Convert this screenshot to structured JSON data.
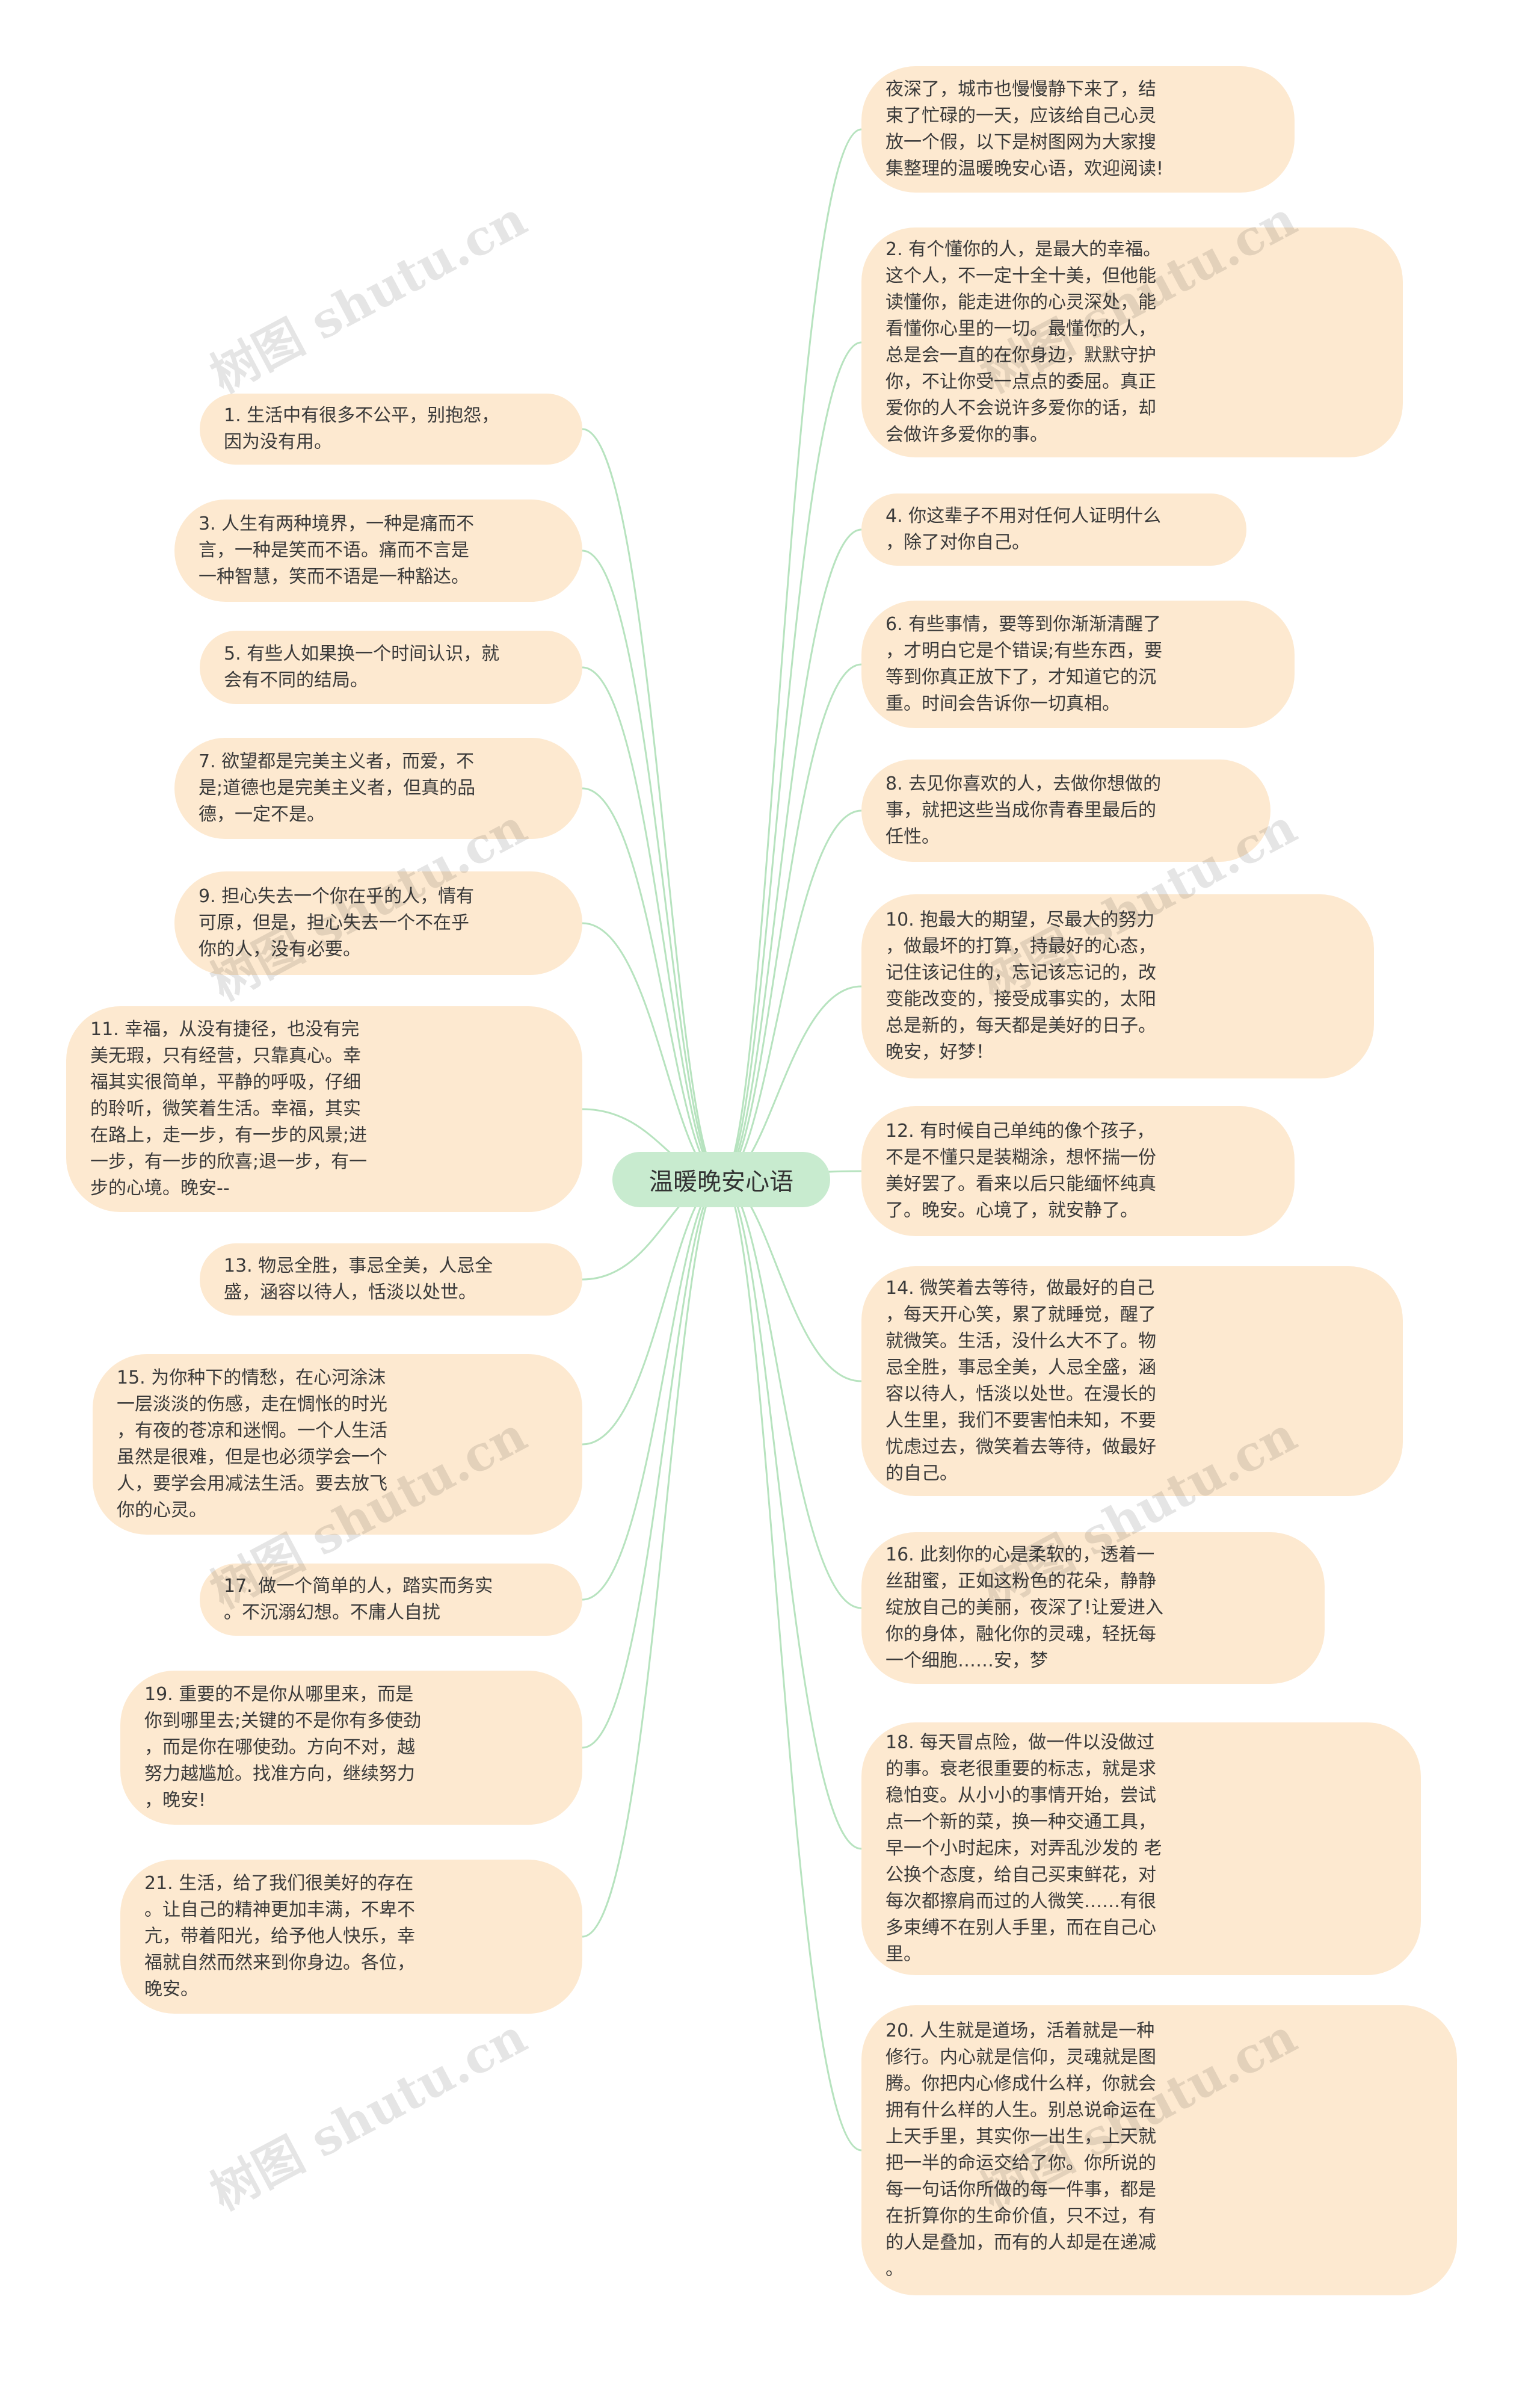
{
  "root": {
    "label": "温暖晚安心语"
  },
  "connector_color": "#b7e3bf",
  "node_color": "#fde9d0",
  "watermark": "树图 shutu.cn",
  "right_nodes": [
    "夜深了，城市也慢慢静下来了，结\n束了忙碌的一天，应该给自己心灵\n放一个假，以下是树图网为大家搜\n集整理的温暖晚安心语，欢迎阅读!",
    "2. 有个懂你的人，是最大的幸福。\n这个人，不一定十全十美，但他能\n读懂你，能走进你的心灵深处，能\n看懂你心里的一切。最懂你的人，\n总是会一直的在你身边，默默守护\n你，不让你受一点点的委屈。真正\n爱你的人不会说许多爱你的话，却\n会做许多爱你的事。",
    "4. 你这辈子不用对任何人证明什么\n，除了对你自己。",
    "6. 有些事情，要等到你渐渐清醒了\n，才明白它是个错误;有些东西，要\n等到你真正放下了，才知道它的沉\n重。时间会告诉你一切真相。",
    "8. 去见你喜欢的人，去做你想做的\n事，就把这些当成你青春里最后的\n任性。",
    "10. 抱最大的期望，尽最大的努力\n，做最坏的打算，持最好的心态，\n记住该记住的，忘记该忘记的，改\n变能改变的，接受成事实的，太阳\n总是新的，每天都是美好的日子。\n晚安，好梦！",
    "12. 有时候自己单纯的像个孩子，\n不是不懂只是装糊涂，想怀揣一份\n美好罢了。看来以后只能缅怀纯真\n了。晚安。心境了，就安静了。",
    "14. 微笑着去等待，做最好的自己\n，每天开心笑，累了就睡觉，醒了\n就微笑。生活，没什么大不了。物\n忌全胜，事忌全美，人忌全盛，涵\n容以待人，恬淡以处世。在漫长的\n人生里，我们不要害怕未知，不要\n忧虑过去，微笑着去等待，做最好\n的自己。",
    "16. 此刻你的心是柔软的，透着一\n丝甜蜜，正如这粉色的花朵，静静\n绽放自己的美丽，夜深了!让爱进入\n你的身体，融化你的灵魂，轻抚每\n一个细胞……安，梦",
    "18. 每天冒点险，做一件以没做过\n的事。衰老很重要的标志，就是求\n稳怕变。从小小的事情开始，尝试\n点一个新的菜，换一种交通工具，\n早一个小时起床，对弄乱沙发的 老\n公换个态度，给自己买束鲜花，对\n每次都擦肩而过的人微笑……有很\n多束缚不在别人手里，而在自己心\n里。",
    "20. 人生就是道场，活着就是一种\n修行。内心就是信仰，灵魂就是图\n腾。你把内心修成什么样，你就会\n拥有什么样的人生。别总说命运在\n上天手里，其实你一出生，上天就\n把一半的命运交给了你。你所说的\n每一句话你所做的每一件事，都是\n在折算你的生命价值，只不过，有\n的人是叠加，而有的人却是在递减\n。"
  ],
  "left_nodes": [
    "1. 生活中有很多不公平，别抱怨，\n因为没有用。",
    "3. 人生有两种境界，一种是痛而不\n言，一种是笑而不语。痛而不言是\n一种智慧，笑而不语是一种豁达。",
    "5. 有些人如果换一个时间认识，就\n会有不同的结局。",
    "7. 欲望都是完美主义者，而爱，不\n是;道德也是完美主义者，但真的品\n德，一定不是。",
    "9. 担心失去一个你在乎的人，情有\n可原，但是，担心失去一个不在乎\n你的人，没有必要。",
    "11. 幸福，从没有捷径，也没有完\n美无瑕，只有经营，只靠真心。幸\n福其实很简单，平静的呼吸，仔细\n的聆听，微笑着生活。幸福，其实\n在路上，走一步，有一步的风景;进\n一步，有一步的欣喜;退一步，有一\n步的心境。晚安--",
    "13. 物忌全胜，事忌全美，人忌全\n盛，涵容以待人，恬淡以处世。",
    "15. 为你种下的情愁，在心河涂沫\n一层淡淡的伤感，走在惆怅的时光\n，有夜的苍凉和迷惘。一个人生活\n虽然是很难，但是也必须学会一个\n人，要学会用减法生活。要去放飞\n你的心灵。",
    "17. 做一个简单的人，踏实而务实\n。不沉溺幻想。不庸人自扰",
    "19. 重要的不是你从哪里来，而是\n你到哪里去;关键的不是你有多使劲\n，而是你在哪使劲。方向不对，越\n努力越尴尬。找准方向，继续努力\n，晚安!",
    "21. 生活，给了我们很美好的存在\n。让自己的精神更加丰满，不卑不\n亢，带着阳光，给予他人快乐，幸\n福就自然而然来到你身边。各位，\n晚安。"
  ]
}
